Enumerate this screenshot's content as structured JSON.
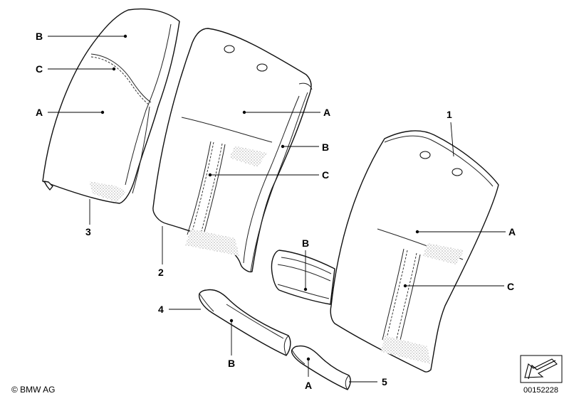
{
  "callouts": {
    "p3_B": "B",
    "p3_C": "C",
    "p3_A": "A",
    "p3_num": "3",
    "p2_A": "A",
    "p2_B": "B",
    "p2_C": "C",
    "p2_num": "2",
    "p1_num": "1",
    "p1_A": "A",
    "p1_C": "C",
    "p1_B": "B",
    "p4_num": "4",
    "p4_B": "B",
    "p5_num": "5",
    "p5_A": "A"
  },
  "footer": {
    "copyright": "© BMW AG",
    "document_number": "00152228"
  },
  "icons": {
    "navigation": "corner-arrow-icon",
    "pattern": "quilted-texture"
  }
}
